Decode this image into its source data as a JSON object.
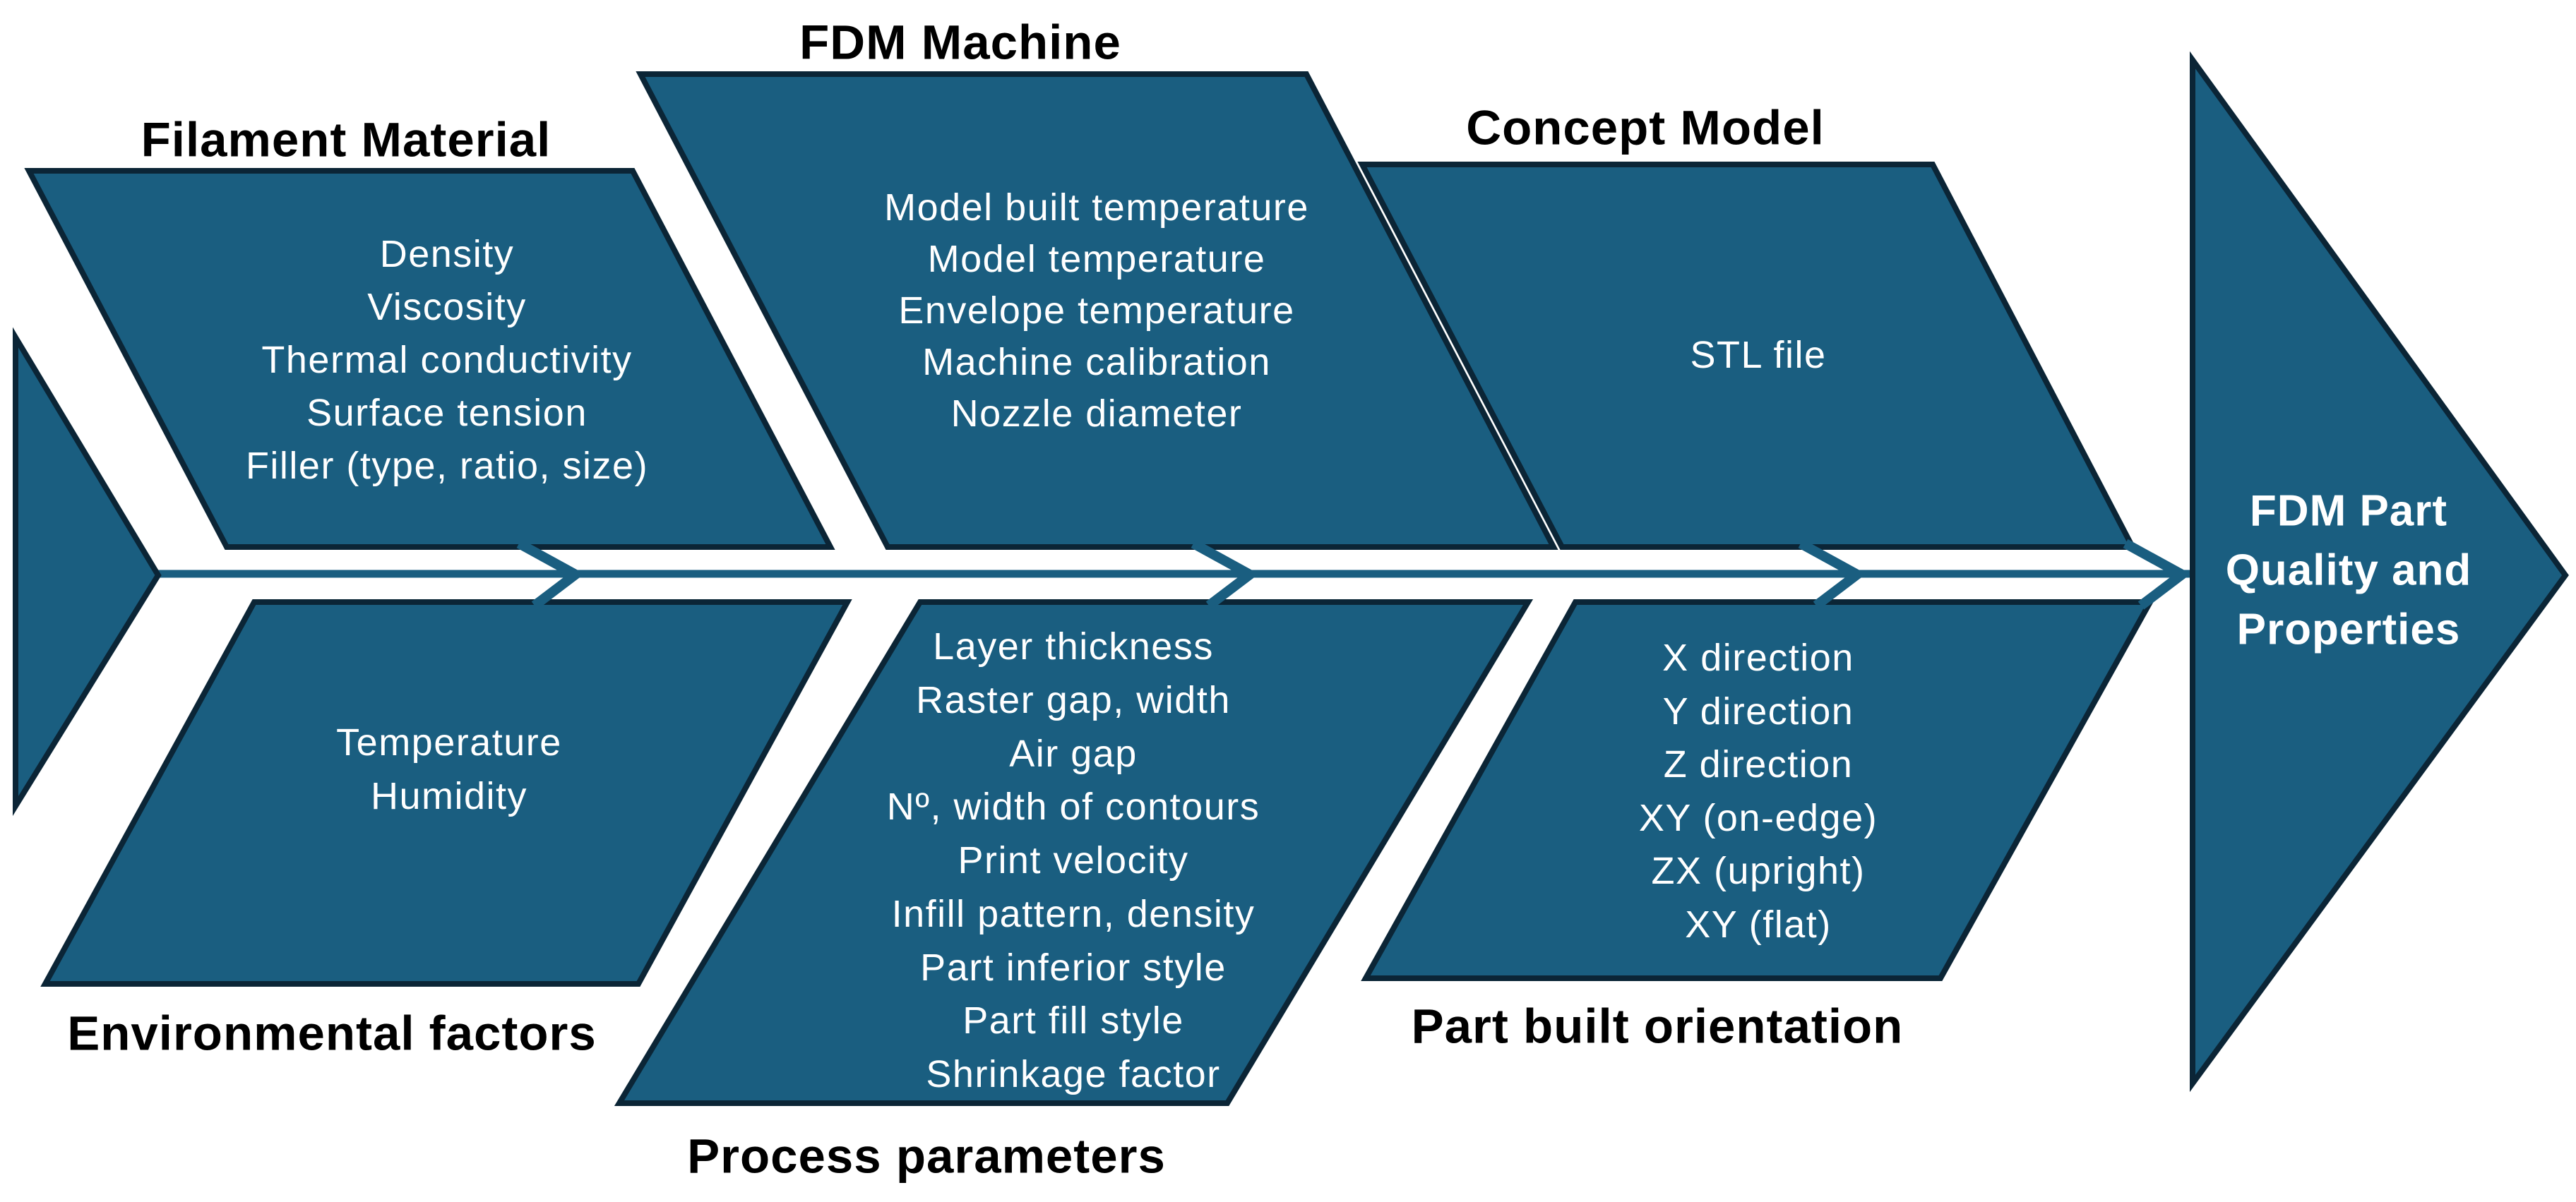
{
  "colors": {
    "background": "#FFFFFF",
    "shape_fill": "#1A5E80",
    "shape_outline": "#0B2536",
    "title_text": "#000000",
    "item_text": "#FFFFFF"
  },
  "causes": {
    "filament": {
      "title": "Filament Material",
      "items": [
        "Density",
        "Viscosity",
        "Thermal conductivity",
        "Surface tension",
        "Filler (type, ratio, size)"
      ]
    },
    "fdm_machine": {
      "title": "FDM Machine",
      "items": [
        "Model built temperature",
        "Model temperature",
        "Envelope temperature",
        "Machine calibration",
        "Nozzle diameter"
      ]
    },
    "concept_model": {
      "title": "Concept Model",
      "items": [
        "STL file"
      ]
    },
    "environmental": {
      "title": "Environmental factors",
      "items": [
        "Temperature",
        "Humidity"
      ]
    },
    "process": {
      "title": "Process parameters",
      "items": [
        "Layer thickness",
        "Raster gap, width",
        "Air gap",
        "Nº, width of contours",
        "Print velocity",
        "Infill pattern, density",
        "Part inferior style",
        "Part fill style",
        "Shrinkage factor"
      ]
    },
    "orientation": {
      "title": "Part built orientation",
      "items": [
        "X direction",
        "Y direction",
        "Z direction",
        "XY (on-edge)",
        "ZX (upright)",
        "XY (flat)"
      ]
    }
  },
  "effect": {
    "lines": [
      "FDM Part",
      "Quality and",
      "Properties"
    ]
  }
}
